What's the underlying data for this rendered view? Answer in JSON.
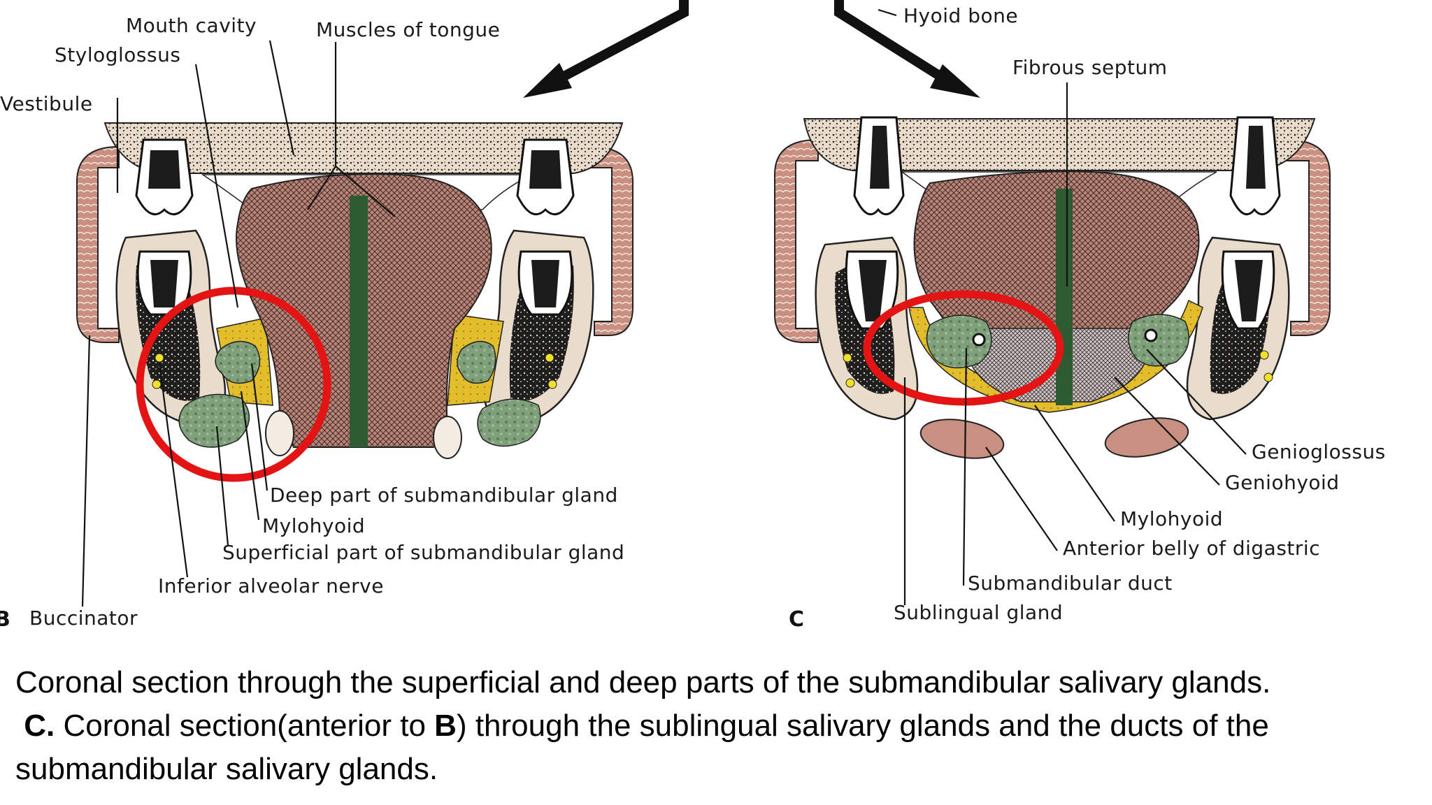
{
  "figure": {
    "panel_b": {
      "letter": "B",
      "labels": {
        "mouth_cavity": "Mouth cavity",
        "muscles_of_tongue": "Muscles of tongue",
        "styloglossus": "Styloglossus",
        "vestibule": "Vestibule",
        "deep_part": "Deep part of submandibular gland",
        "mylohyoid": "Mylohyoid",
        "superficial_part": "Superficial part of submandibular gland",
        "inferior_alveolar_nerve": "Inferior alveolar nerve",
        "buccinator": "Buccinator"
      }
    },
    "panel_c": {
      "letter": "C",
      "labels": {
        "hyoid_bone": "Hyoid bone",
        "fibrous_septum": "Fibrous septum",
        "genioglossus": "Genioglossus",
        "geniohyoid": "Geniohyoid",
        "mylohyoid": "Mylohyoid",
        "anterior_belly": "Anterior belly of digastric",
        "submandibular_duct": "Submandibular duct",
        "sublingual_gland": "Sublingual gland"
      }
    },
    "colors": {
      "tongue": "#b88478",
      "bone": "#e9dccb",
      "gland": "#7fa07a",
      "fat": "#e3bd2c",
      "cheek": "#c98f80",
      "highlight": "#e41414",
      "septum": "#2f5b32"
    }
  },
  "caption": {
    "line1": "Coronal section through the superficial and deep parts of the submandibular salivary glands.",
    "c_letter": "C.",
    "line2_a": " Coronal section(anterior to ",
    "b_letter": "B",
    "line2_b": ") through the sublingual salivary glands and the ducts of the",
    "line3": "submandibular salivary glands."
  }
}
